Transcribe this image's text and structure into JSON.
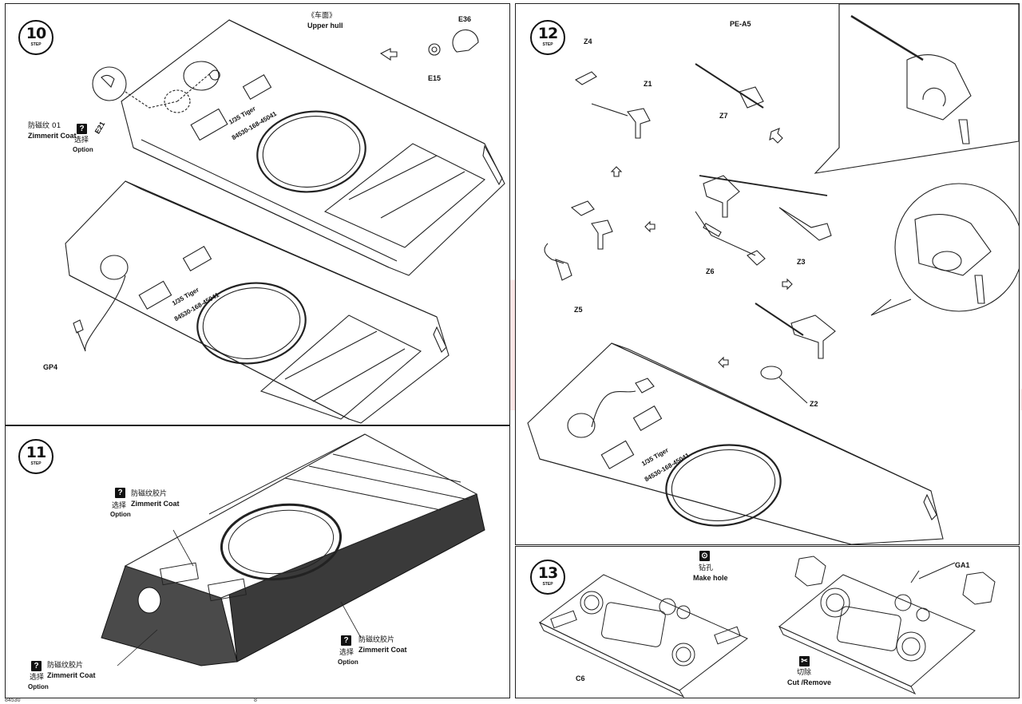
{
  "watermark": "modelartikl.cz",
  "steps": {
    "s10": {
      "number": "10",
      "label": "STEP",
      "upper_hull_cn": "《车面》",
      "upper_hull_en": "Upper hull",
      "zimmerit_cn": "防磁纹 01",
      "zimmerit_en": "Zimmerit Coat",
      "option_cn": "选择",
      "option_en": "Option",
      "parts": {
        "e36": "E36",
        "e15": "E15",
        "e21": "E21",
        "gp4": "GP4"
      },
      "hull_marking_1": "1/35  Tiger",
      "hull_marking_2": "84530-168-45041"
    },
    "s11": {
      "number": "11",
      "label": "STEP",
      "zimmerit_cn": "防磁纹胶片",
      "zimmerit_en": "Zimmerit Coat",
      "option_cn": "选择",
      "option_en": "Option"
    },
    "s12": {
      "number": "12",
      "label": "STEP",
      "parts": {
        "z4": "Z4",
        "z1": "Z1",
        "pea5": "PE-A5",
        "z7": "Z7",
        "z5": "Z5",
        "z6": "Z6",
        "z3": "Z3",
        "z2": "Z2"
      },
      "hull_marking_1": "1/35  Tiger",
      "hull_marking_2": "84530-168-45041"
    },
    "s13": {
      "number": "13",
      "label": "STEP",
      "make_hole_cn": "钻孔",
      "make_hole_en": "Make hole",
      "cut_cn": "切除",
      "cut_en": "Cut /Remove",
      "parts": {
        "c6": "C6",
        "ga1": "GA1"
      }
    }
  },
  "footer": {
    "left": "84530",
    "center": "8"
  }
}
